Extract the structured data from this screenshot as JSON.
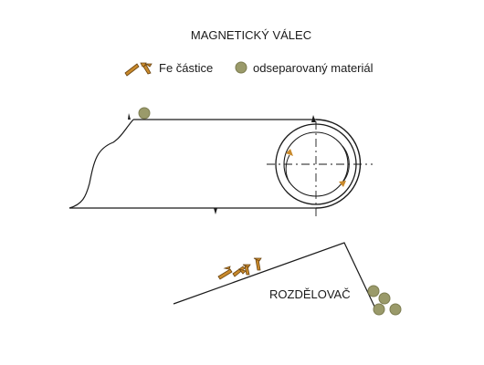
{
  "title": "MAGNETICKÝ VÁLEC",
  "legend": {
    "iron_label": "Fe částice",
    "material_label": "odseparovaný materiál"
  },
  "separator_label": "ROZDĚLOVAČ",
  "colors": {
    "line": "#1a1a1a",
    "particle_fill": "#9a9a6a",
    "particle_stroke": "#7c7c50",
    "iron_fill": "#c98a2c",
    "iron_stroke": "#6b4410",
    "arrow": "#c98a2c"
  },
  "icons": [
    "iron-particle-icon",
    "material-particle-icon",
    "rotation-arrow-icon"
  ]
}
